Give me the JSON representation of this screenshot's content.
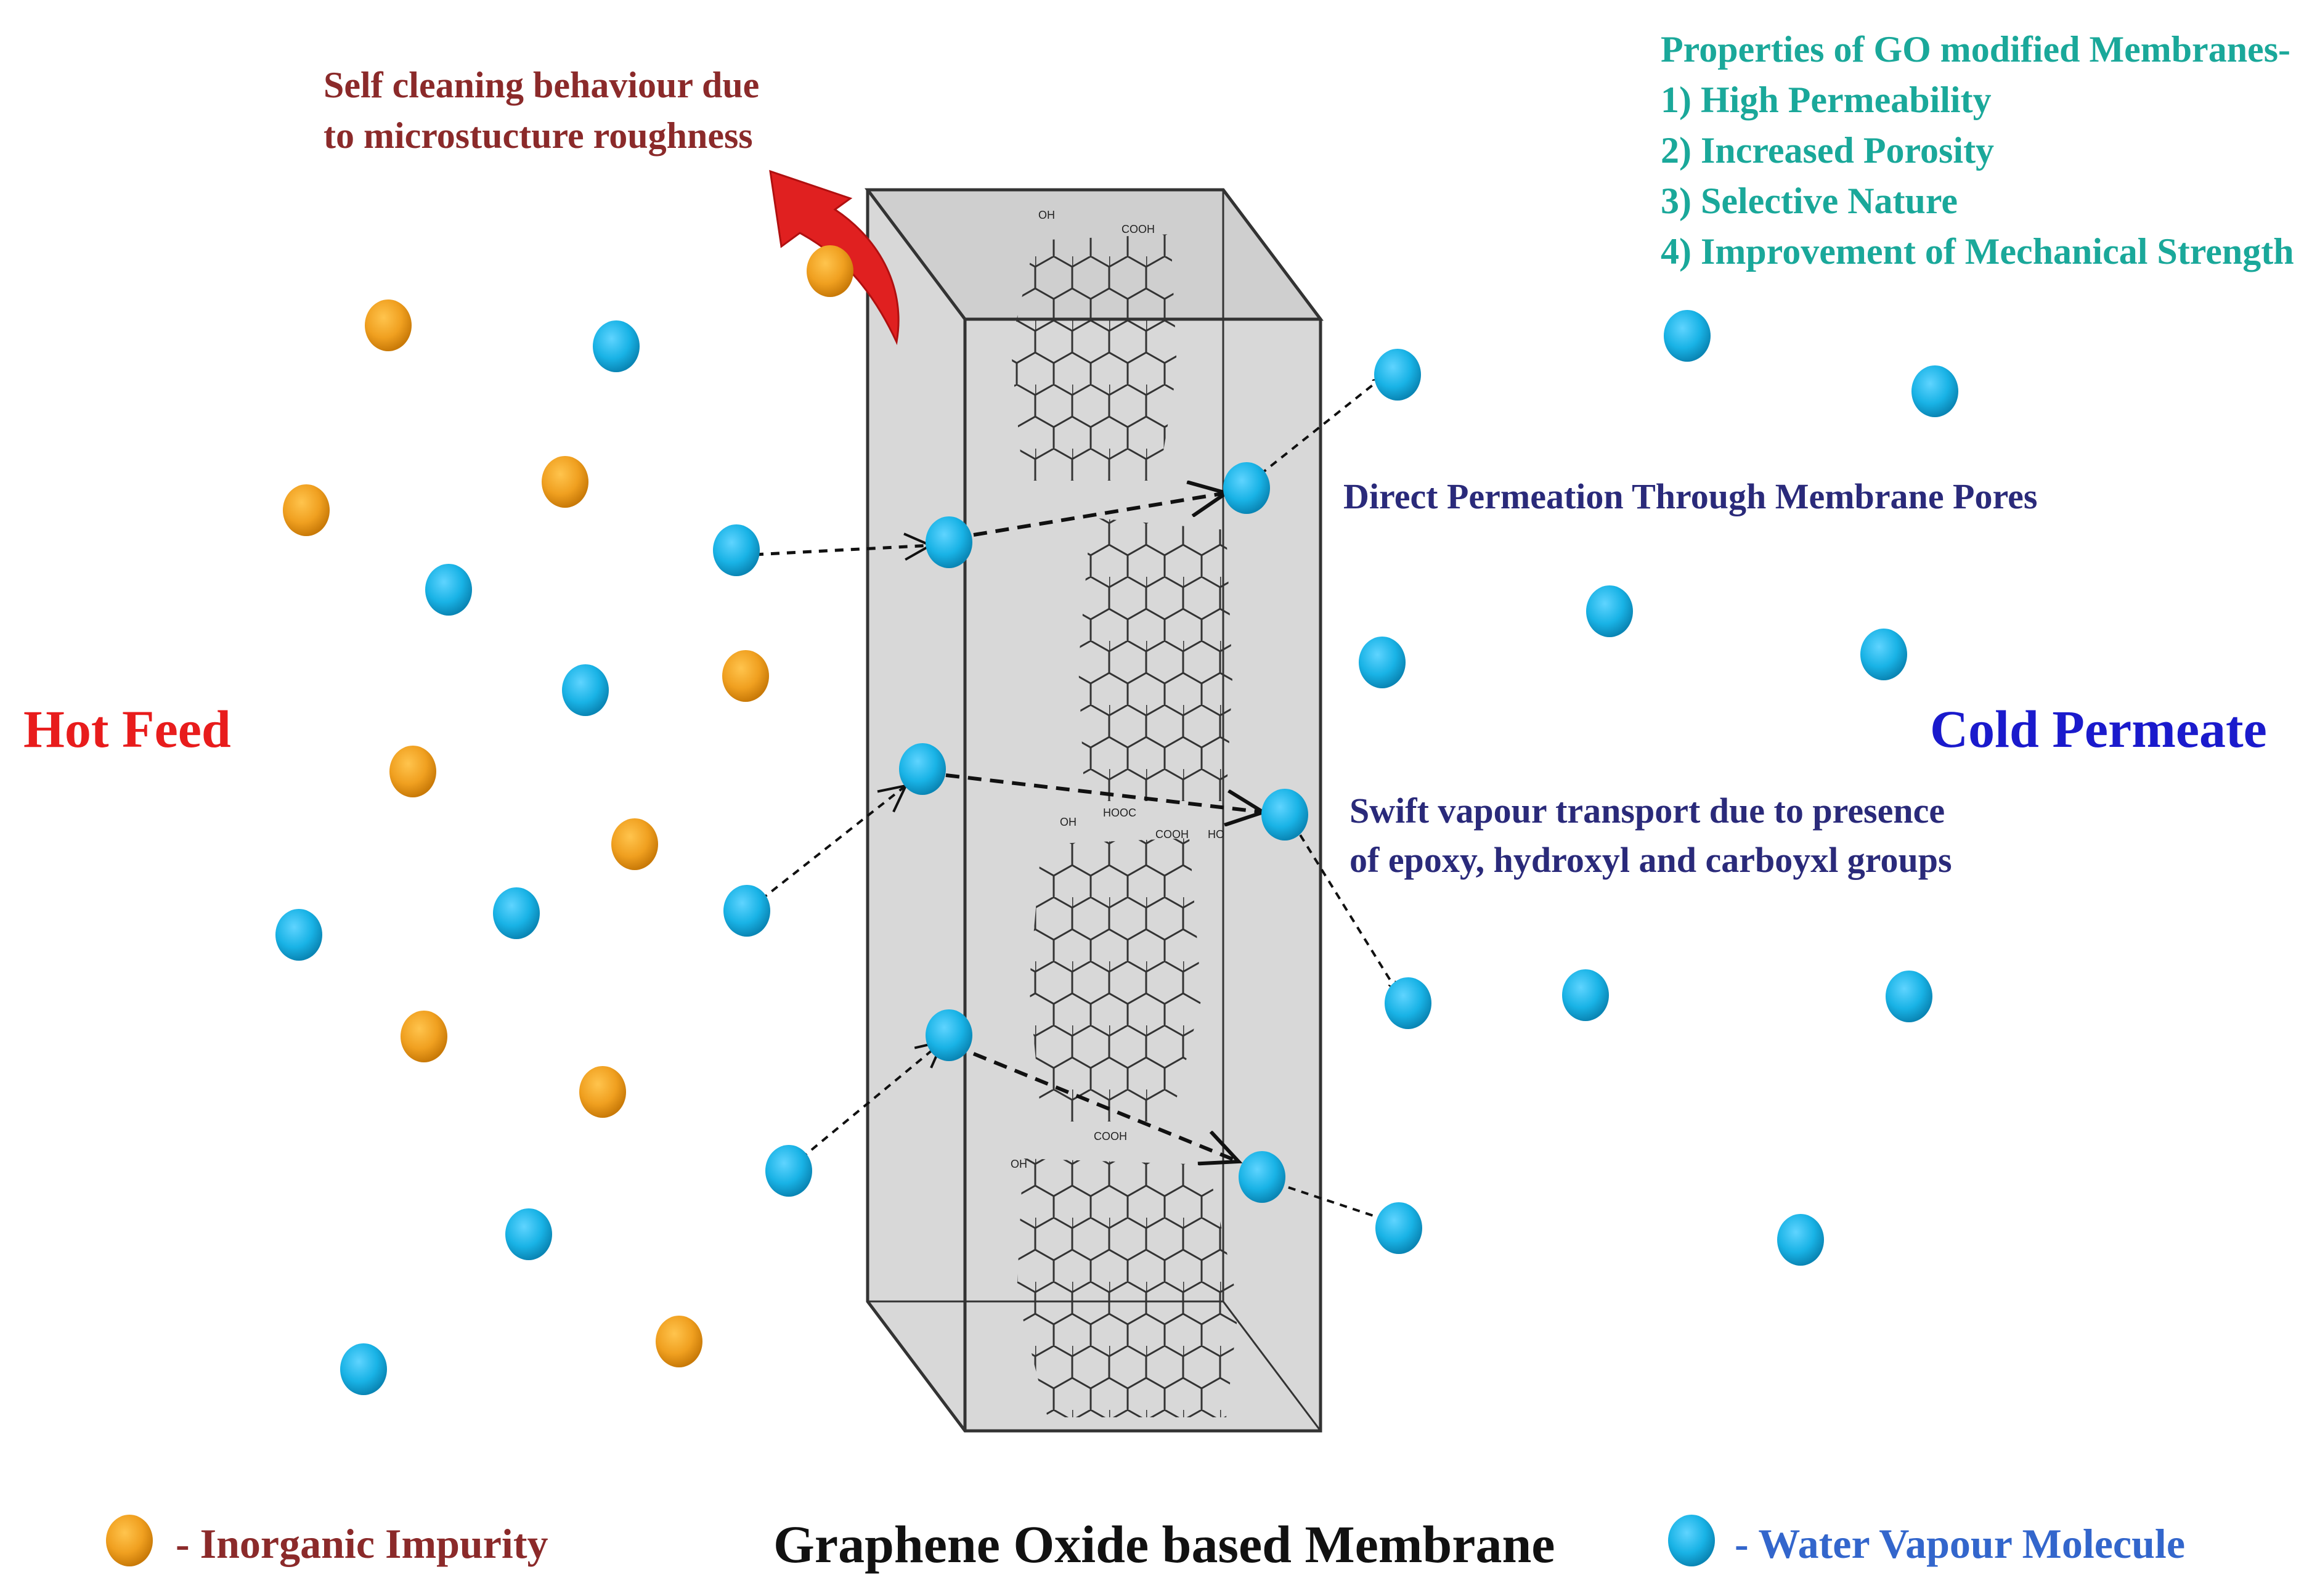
{
  "caption": "Graphene Oxide based Membrane",
  "hot_feed": "Hot Feed",
  "cold_permeate": "Cold Permeate",
  "self_cleaning": [
    "Self cleaning behaviour due",
    "to microstucture roughness"
  ],
  "properties": {
    "title": "Properties of GO modified Membranes-",
    "items": [
      "1) High Permeability",
      "2) Increased Porosity",
      "3) Selective Nature",
      "4) Improvement of Mechanical Strength"
    ]
  },
  "direct_permeation": "Direct Permeation Through Membrane Pores",
  "swift_transport": [
    "Swift vapour transport due to presence",
    "of epoxy, hydroxyl and carboyxl groups"
  ],
  "legend": {
    "impurity": "- Inorganic Impurity",
    "water": "- Water Vapour Molecule"
  },
  "structure_labels": {
    "oh": "OH",
    "cooh": "COOH",
    "hooc": "HOOC",
    "ho": "HO"
  },
  "colors": {
    "impurity": "#f0a020",
    "water": "#19b3e6",
    "hot_feed": "#e81c1c",
    "cold_permeate": "#1a1acc",
    "self_cleaning": "#8b2a2a",
    "properties": "#1aa89a",
    "annotation": "#2a2a7a",
    "caption": "#111111",
    "membrane_fill": "#d8d8d8",
    "red_arrow": "#e02020"
  }
}
